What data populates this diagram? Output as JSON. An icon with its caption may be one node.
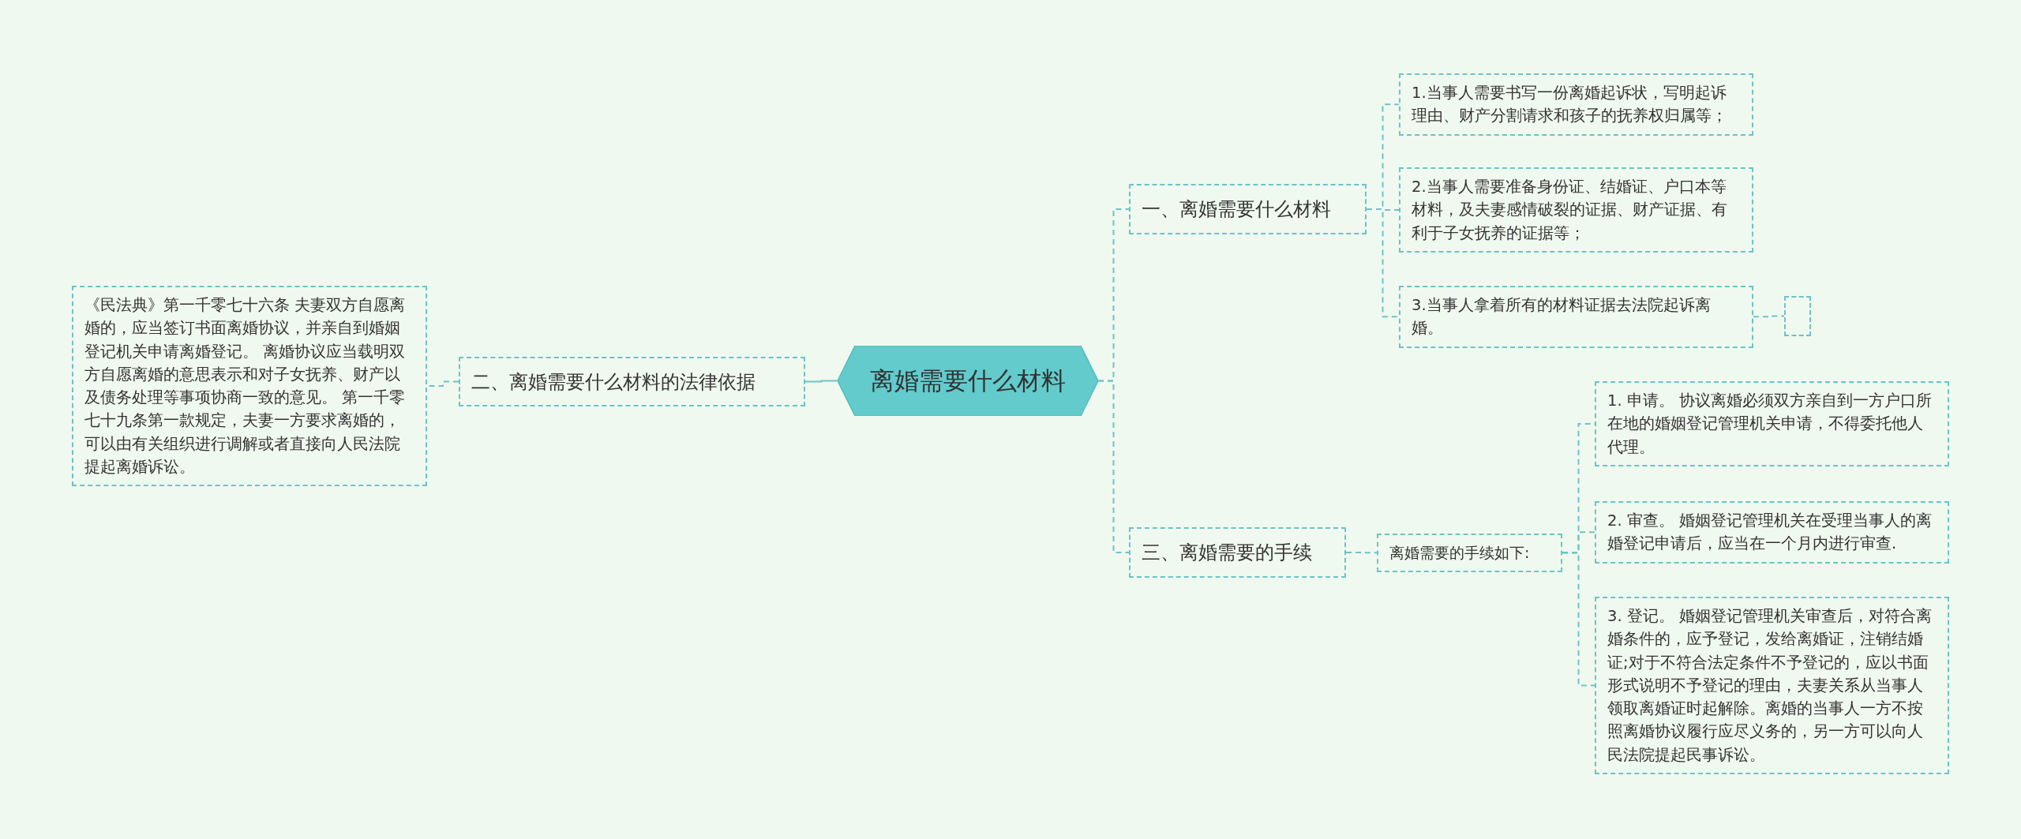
{
  "diagram": {
    "nodes": [
      {
        "text": [
          "离婚需要什么材料"
        ]
      },
      {
        "text": [
          "一、离婚需要什么材料"
        ]
      },
      {
        "text": [
          "1.当事人需要书写一份离婚起诉状，写明起诉理由、财产分割请求和孩子的抚养权归属等；"
        ]
      },
      {
        "text": [
          "2.当事人需要准备身份证、结婚证、户口本等材料，及夫妻感情破裂的证据、财产证据、有利于子女抚养的证据等；"
        ]
      },
      {
        "text": [
          "3.当事人拿着所有的材料证据去法院起诉离婚。"
        ]
      },
      {
        "text": [],
        "shape": "box"
      },
      {
        "text": [
          "二、离婚需要什么材料的法律依据"
        ]
      },
      {
        "text": [
          "《民法典》第一千零七十六条 夫妻双方自愿离婚的，应当签订书面离婚协议，并亲自到婚姻登记机关申请离婚登记。 离婚协议应当载明双方自愿离婚的意思表示和对子女抚养、财产以及债务处理等事项协商一致的意见。 第一千零七十九条第一款规定，夫妻一方要求离婚的，可以由有关组织进行调解或者直接向人民法院提起离婚诉讼。"
        ]
      },
      {
        "text": [
          "三、离婚需要的手续"
        ]
      },
      {
        "text": [
          "离婚需要的手续如下:"
        ]
      },
      {
        "text": [
          "1. 申请。 协议离婚必须双方亲自到一方户口所在地的婚姻登记管理机关申请，不得委托他人代理。"
        ]
      },
      {
        "text": [
          "2. 审查。 婚姻登记管理机关在受理当事人的离婚登记申请后，应当在一个月内进行审查."
        ]
      },
      {
        "text": [
          "3. 登记。 婚姻登记管理机关审查后，对符合离婚条件的，应予登记，发给离婚证，注销结婚证;对于不符合法定条件不予登记的，应以书面形式说明不予登记的理由，夫妻关系从当事人领取离婚证时起解除。离婚的当事人一方不按照离婚协议履行应尽义务的，另一方可以向人民法院提起民事诉讼。"
        ]
      }
    ],
    "edges": [
      {
        "from": 0,
        "to": 1,
        "arrow": "none",
        "style": "dashed"
      },
      {
        "from": 1,
        "to": 2,
        "arrow": "none",
        "style": "dashed"
      },
      {
        "from": 1,
        "to": 3,
        "arrow": "none",
        "style": "dashed"
      },
      {
        "from": 1,
        "to": 4,
        "arrow": "none",
        "style": "dashed"
      },
      {
        "from": 4,
        "to": 5,
        "arrow": "none",
        "style": "dashed"
      },
      {
        "from": 0,
        "to": 6,
        "arrow": "none"
      },
      {
        "from": 6,
        "to": 7,
        "arrow": "none",
        "style": "dashed"
      },
      {
        "from": 0,
        "to": 8,
        "arrow": "none",
        "style": "dashed"
      },
      {
        "from": 8,
        "to": 9,
        "arrow": "none",
        "style": "dashed"
      },
      {
        "from": 9,
        "to": 10,
        "arrow": "none",
        "style": "dashed"
      },
      {
        "from": 9,
        "to": 11,
        "arrow": "none",
        "style": "dashed"
      },
      {
        "from": 9,
        "to": 12,
        "arrow": "none",
        "style": "dashed"
      }
    ]
  }
}
